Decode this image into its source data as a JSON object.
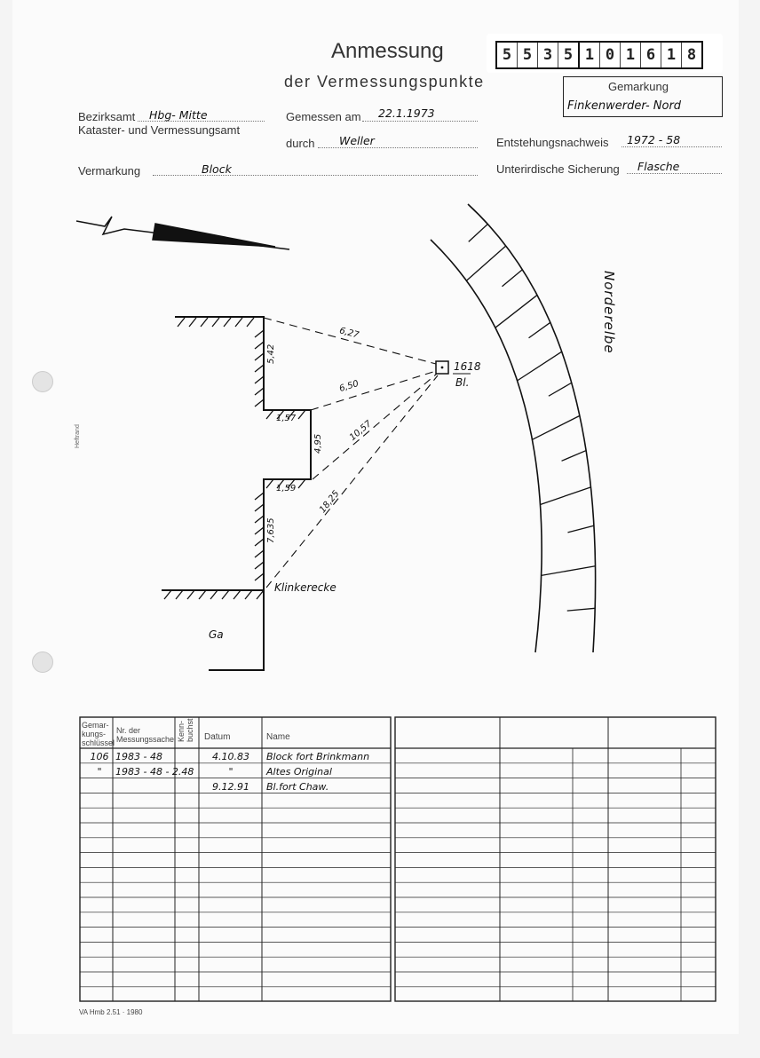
{
  "header": {
    "title": "Anmessung",
    "subtitle": "der Vermessungspunkte",
    "point_number_digits": [
      "5",
      "5",
      "3",
      "5",
      "1",
      "0",
      "1",
      "6",
      "1",
      "8"
    ],
    "gemarkung_label": "Gemarkung",
    "gemarkung_value": "Finkenwerder- Nord"
  },
  "fields": {
    "bezirksamt_label": "Bezirksamt",
    "bezirksamt_value": "Hbg- Mitte",
    "amt_label": "Kataster- und Vermessungsamt",
    "gemessen_label": "Gemessen am",
    "gemessen_value": "22.1.1973",
    "durch_label": "durch",
    "durch_value": "Weller",
    "entstehung_label": "Entstehungsnachweis",
    "entstehung_value": "1972 - 58",
    "vermarkung_label": "Vermarkung",
    "vermarkung_value": "Block",
    "sicherung_label": "Unterirdische Sicherung",
    "sicherung_value": "Flasche"
  },
  "sketch": {
    "point_id": "1618",
    "point_type": "Bl.",
    "river": "Norderelbe",
    "corner": "Klinkerecke",
    "building": "Ga",
    "dims": {
      "d1": "6,27",
      "d2": "6,50",
      "d3": "10,57",
      "d4": "18,25",
      "w1": "5,42",
      "w2": "1,57",
      "w3": "4,95",
      "w4": "1,59",
      "w5": "7,635"
    }
  },
  "margin_label": "Heftrand",
  "table": {
    "headers": [
      "Gemar-\nkungs-\nschlüssel",
      "Nr. der\nMessungssache",
      "Kenn-\nbuchst.",
      "Datum",
      "Name"
    ],
    "rows": [
      [
        "106",
        "1983 - 48",
        "",
        "4.10.83",
        "Block fort Brinkmann"
      ],
      [
        "\"",
        "1983 - 48 - 2.48",
        "",
        "\"",
        "Altes Original"
      ],
      [
        "",
        "",
        "",
        "9.12.91",
        "Bl.fort Chaw."
      ]
    ]
  },
  "footer": "VA Hmb 2.51 · 1980"
}
